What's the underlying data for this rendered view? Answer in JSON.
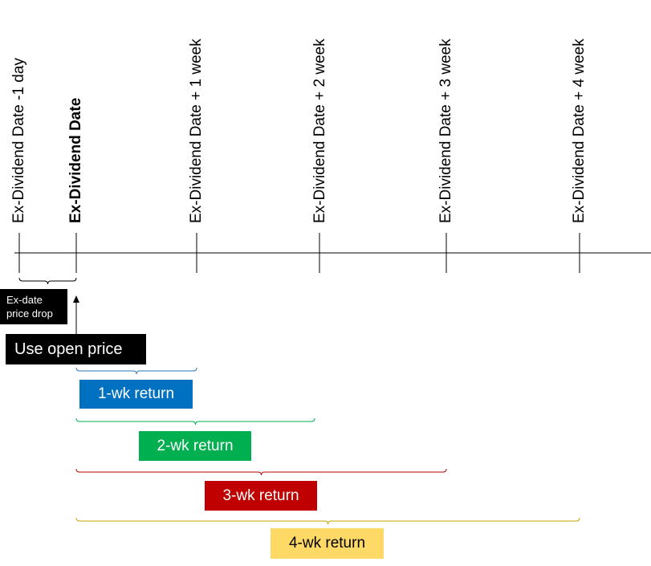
{
  "timeline": {
    "ticks": [
      {
        "label": "Ex-Dividend Date -1 day",
        "bold": false
      },
      {
        "label": "Ex-Dividend Date",
        "bold": true
      },
      {
        "label": "Ex-Dividend Date + 1 week",
        "bold": false
      },
      {
        "label": "Ex-Dividend Date + 2 week",
        "bold": false
      },
      {
        "label": "Ex-Dividend Date + 3 week",
        "bold": false
      },
      {
        "label": "Ex-Dividend Date + 4 week",
        "bold": false
      }
    ]
  },
  "annotations": {
    "price_drop_line1": "Ex-date",
    "price_drop_line2": "price drop",
    "open_price": "Use open price"
  },
  "returns": [
    {
      "label": "1-wk return",
      "color": "#0070c0",
      "bracket_color": "#2e75b6",
      "text_color": "#ffffff"
    },
    {
      "label": "2-wk return",
      "color": "#00b050",
      "bracket_color": "#00b050",
      "text_color": "#ffffff"
    },
    {
      "label": "3-wk return",
      "color": "#c00000",
      "bracket_color": "#c00000",
      "text_color": "#ffffff"
    },
    {
      "label": "4-wk return",
      "color": "#ffd966",
      "bracket_color": "#c9a100",
      "text_color": "#000000"
    }
  ],
  "colors": {
    "line": "#000000",
    "label_bg": "#000000"
  }
}
